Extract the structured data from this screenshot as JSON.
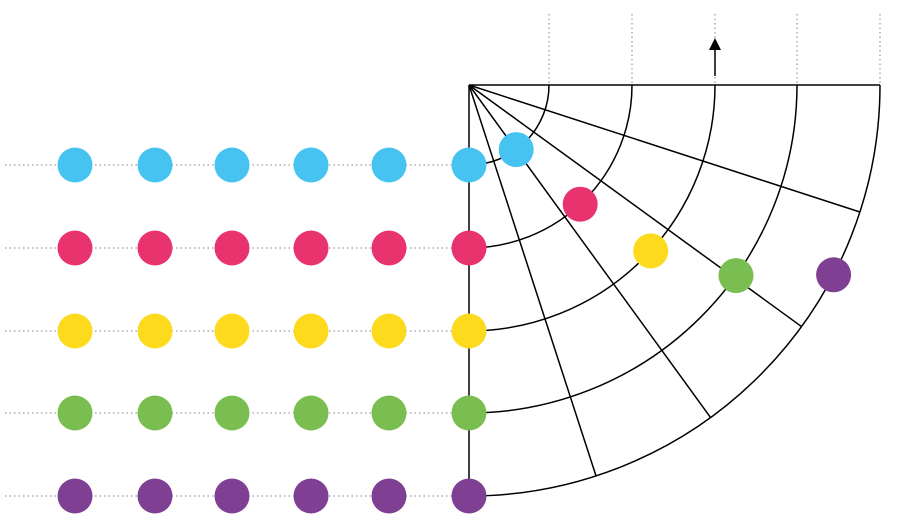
{
  "diagram": {
    "rows": [
      {
        "color": "#46C3F0",
        "dot_count": 6
      },
      {
        "color": "#E9336F",
        "dot_count": 6
      },
      {
        "color": "#FEDA1F",
        "dot_count": 6
      },
      {
        "color": "#7ABD51",
        "dot_count": 6
      },
      {
        "color": "#7F3F92",
        "dot_count": 6
      }
    ],
    "radial_divisions": 5,
    "arrow": "up-arrow",
    "line_color": "#000000",
    "guide_color": "#9a9a9a"
  }
}
